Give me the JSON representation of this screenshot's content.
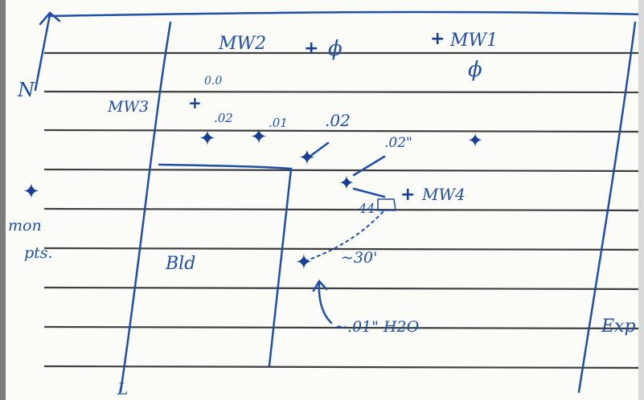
{
  "notes": {
    "north": "N",
    "mw2": "MW2",
    "mw2_reading": "ϕ",
    "mw1": "MW1",
    "mw1_reading": "ϕ",
    "mw3": "MW3",
    "r_00": "0.0",
    "r_02a": ".02",
    "r_01": ".01",
    "r_02b": ".02",
    "r_02in": ".02\"",
    "mw4": "MW4",
    "r_44": "44",
    "dist": "~30'",
    "mon_pts_a": "mon",
    "mon_pts_b": "pts.",
    "bldg": "Bld",
    "h2o": "~.01\" H2O",
    "exp": "Exp",
    "corner_l": "L"
  },
  "colors": {
    "ink": "#1f4fa8",
    "rule": "#3a3a3a",
    "paper": "#fbfbf8"
  }
}
